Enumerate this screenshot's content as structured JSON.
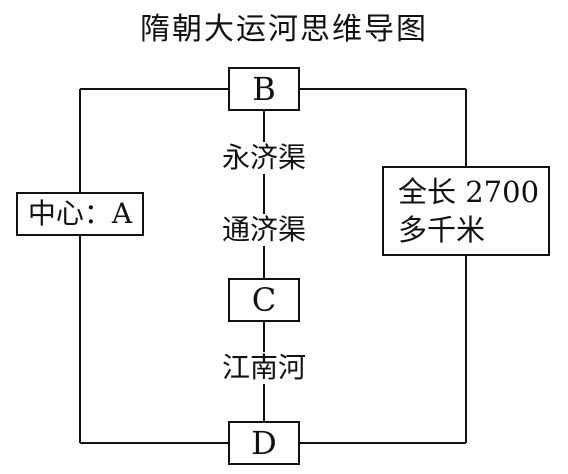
{
  "title": "隋朝大运河思维导图",
  "nodes": {
    "b": "B",
    "c": "C",
    "d": "D",
    "center": "中心：A",
    "length_line1": "全长 2700",
    "length_line2": "多千米"
  },
  "canals": {
    "yongji": "永济渠",
    "tongji": "通济渠",
    "jiangnan": "江南河"
  }
}
